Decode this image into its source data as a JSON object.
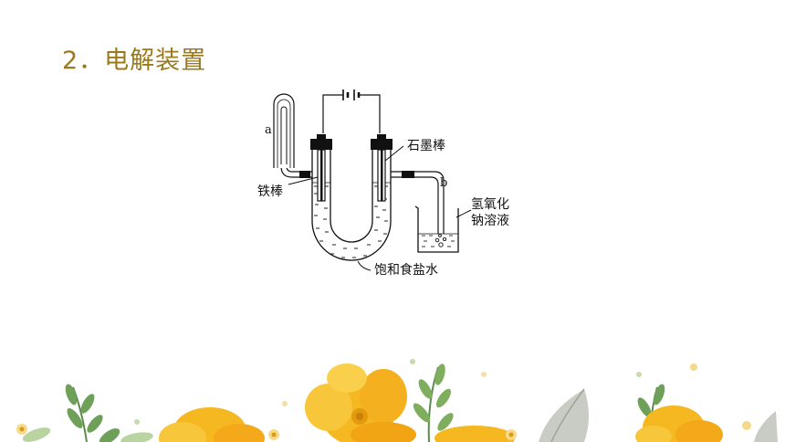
{
  "slide": {
    "title": "2．电解装置"
  },
  "diagram": {
    "labels": {
      "a": "a",
      "b": "b",
      "graphite_rod": "石墨棒",
      "iron_rod": "铁棒",
      "naoh_line1": "氢氧化",
      "naoh_line2": "钠溶液",
      "brine": "饱和食盐水"
    }
  },
  "colors": {
    "title": "#9a7a1c",
    "flower": "#f6b820",
    "leaf": "#6ea05a"
  }
}
